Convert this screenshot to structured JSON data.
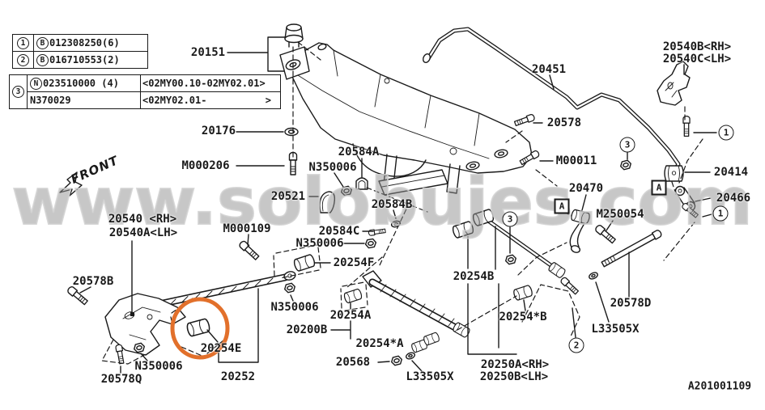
{
  "diagram": {
    "watermark": "www.solobujes.com",
    "drawing_code": "A201001109",
    "front_label": "FRONT",
    "highlight_color": "#e2702b",
    "line_color": "#1a1a1a"
  },
  "legend": {
    "table1_rows": [
      {
        "ref": "1",
        "prefix": "B",
        "part": "012308250(6)"
      },
      {
        "ref": "2",
        "prefix": "B",
        "part": "016710553(2)"
      }
    ],
    "table2": {
      "ref": "3",
      "rows": [
        {
          "prefix": "N",
          "part": "023510000 (4)",
          "applicability": "<02MY00.10-02MY02.01>"
        },
        {
          "prefix": "",
          "part": "N370029",
          "applicability": "<02MY02.01-          >"
        }
      ]
    }
  },
  "labels": [
    {
      "text": "20151"
    },
    {
      "text": "20176"
    },
    {
      "text": "M000206"
    },
    {
      "text": "20584A"
    },
    {
      "text": "N350006"
    },
    {
      "text": "20521"
    },
    {
      "text": "20584B"
    },
    {
      "text": "20584C"
    },
    {
      "text": "N350006"
    },
    {
      "text": "20540 <RH>"
    },
    {
      "text": "20540A<LH>"
    },
    {
      "text": "M000109"
    },
    {
      "text": "20254F"
    },
    {
      "text": "20578B"
    },
    {
      "text": "N350006"
    },
    {
      "text": "20254A"
    },
    {
      "text": "20200B"
    },
    {
      "text": "20254*A"
    },
    {
      "text": "20568"
    },
    {
      "text": "L33505X"
    },
    {
      "text": "20254E"
    },
    {
      "text": "20252"
    },
    {
      "text": "N350006"
    },
    {
      "text": "20578Q"
    },
    {
      "text": "20451"
    },
    {
      "text": "20578"
    },
    {
      "text": "M00011"
    },
    {
      "text": "20540B<RH>"
    },
    {
      "text": "20540C<LH>"
    },
    {
      "text": "20414"
    },
    {
      "text": "20466"
    },
    {
      "text": "20470"
    },
    {
      "text": "M250054"
    },
    {
      "text": "20254B"
    },
    {
      "text": "20254*B"
    },
    {
      "text": "20250A<RH>"
    },
    {
      "text": "20250B<LH>"
    },
    {
      "text": "L33505X"
    },
    {
      "text": "20578D"
    }
  ],
  "markers_circled": [
    "1",
    "3",
    "1",
    "3",
    "2"
  ],
  "markers_boxed": [
    "A",
    "A"
  ]
}
